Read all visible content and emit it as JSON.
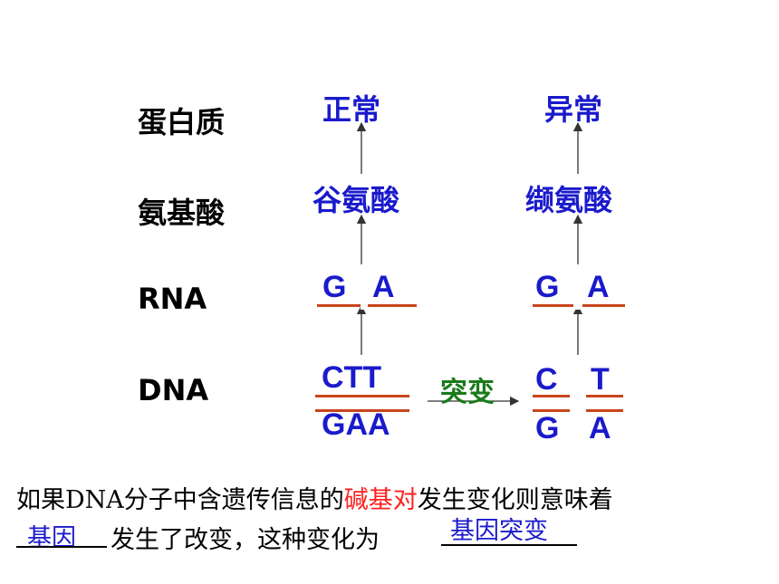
{
  "labels": {
    "protein": "蛋白质",
    "amino_acid": "氨基酸",
    "rna": "RNA",
    "dna": "DNA"
  },
  "normal": {
    "protein": "正常",
    "amino_acid": "谷氨酸",
    "rna": [
      "G",
      "A"
    ],
    "dna_top": "CTT",
    "dna_bottom": "GAA"
  },
  "abnormal": {
    "protein": "异常",
    "amino_acid": "缬氨酸",
    "rna": [
      "G",
      "A"
    ],
    "dna_top": [
      "C",
      "T"
    ],
    "dna_bottom": [
      "G",
      "A"
    ]
  },
  "mutation_label": "突变",
  "sentence": {
    "part1": "如果DNA分子中含遗传信息的",
    "highlight": "碱基对",
    "part2": "发生变化则意味着",
    "part3": "发生了改变，这种变化为",
    "blank1_answer": "基因",
    "blank2_answer": "基因突变"
  },
  "colors": {
    "blue": "#1a1acc",
    "strand": "#c8451a",
    "mutation": "#1a7a1a",
    "highlight": "#ff2020"
  }
}
